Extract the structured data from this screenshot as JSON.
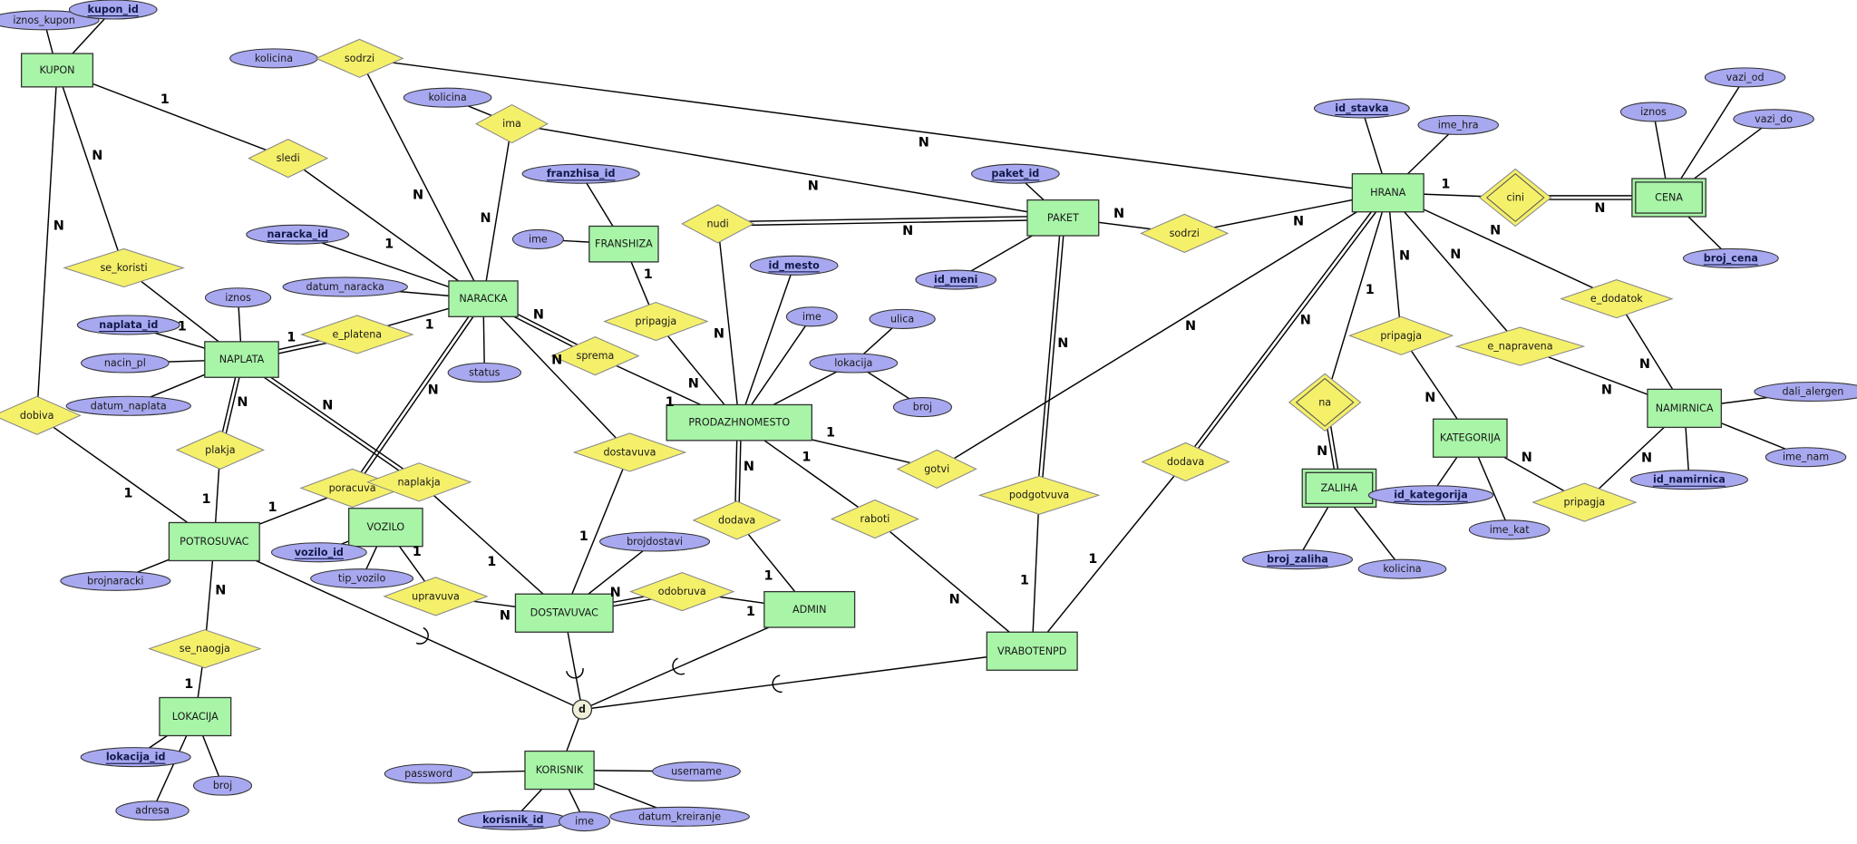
{
  "colors": {
    "entity": "#a8f5a8",
    "attribute": "#a8a8f0",
    "relationship": "#f5f06a",
    "disjoint": "#f0efd8"
  },
  "entities": [
    {
      "id": "kupon",
      "label": "KUPON"
    },
    {
      "id": "naracka",
      "label": "NARACKA"
    },
    {
      "id": "naplata",
      "label": "NAPLATA"
    },
    {
      "id": "franshiza",
      "label": "FRANSHIZA"
    },
    {
      "id": "prodazhnomesto",
      "label": "PRODAZHNOMESTO"
    },
    {
      "id": "paket",
      "label": "PAKET"
    },
    {
      "id": "hrana",
      "label": "HRANA"
    },
    {
      "id": "cena",
      "label": "CENA",
      "weak": true
    },
    {
      "id": "namirnica",
      "label": "NAMIRNICA"
    },
    {
      "id": "kategorija",
      "label": "KATEGORIJA"
    },
    {
      "id": "zaliha",
      "label": "ZALIHA",
      "weak": true
    },
    {
      "id": "vrabotenpd",
      "label": "VRABOTENPD"
    },
    {
      "id": "admin",
      "label": "ADMIN"
    },
    {
      "id": "dostavuvac",
      "label": "DOSTAVUVAC"
    },
    {
      "id": "vozilo",
      "label": "VOZILO"
    },
    {
      "id": "potrosuvac",
      "label": "POTROSUVAC"
    },
    {
      "id": "lokacija",
      "label": "LOKACIJA"
    },
    {
      "id": "korisnik",
      "label": "KORISNIK"
    }
  ],
  "attributes": [
    {
      "id": "iznos_kupon",
      "label": "iznos_kupon",
      "of": "kupon"
    },
    {
      "id": "kupon_id",
      "label": "kupon_id",
      "of": "kupon",
      "key": true
    },
    {
      "id": "kolicina_sodrzi",
      "label": "kolicina",
      "of": "sodrzi1"
    },
    {
      "id": "kolicina_ima",
      "label": "kolicina",
      "of": "ima"
    },
    {
      "id": "naracka_id",
      "label": "naracka_id",
      "of": "naracka",
      "key": true
    },
    {
      "id": "datum_naracka",
      "label": "datum_naracka",
      "of": "naracka"
    },
    {
      "id": "status",
      "label": "status",
      "of": "naracka"
    },
    {
      "id": "iznos_naplata",
      "label": "iznos",
      "of": "naplata"
    },
    {
      "id": "naplata_id",
      "label": "naplata_id",
      "of": "naplata",
      "key": true
    },
    {
      "id": "nacin_pl",
      "label": "nacin_pl",
      "of": "naplata"
    },
    {
      "id": "datum_naplata",
      "label": "datum_naplata",
      "of": "naplata"
    },
    {
      "id": "franzhisa_id",
      "label": "franzhisa_id",
      "of": "franshiza",
      "key": true
    },
    {
      "id": "ime_fr",
      "label": "ime",
      "of": "franshiza"
    },
    {
      "id": "id_mesto",
      "label": "id_mesto",
      "of": "prodazhnomesto",
      "key": true
    },
    {
      "id": "ime_pm",
      "label": "ime",
      "of": "prodazhnomesto"
    },
    {
      "id": "lokacija_attr",
      "label": "lokacija",
      "of": "prodazhnomesto"
    },
    {
      "id": "ulica",
      "label": "ulica",
      "of": "lokacija_attr"
    },
    {
      "id": "broj_pm",
      "label": "broj",
      "of": "lokacija_attr"
    },
    {
      "id": "paket_id",
      "label": "paket_id",
      "of": "paket",
      "key": true
    },
    {
      "id": "id_meni",
      "label": "id_meni",
      "of": "paket",
      "key": true
    },
    {
      "id": "id_stavka",
      "label": "id_stavka",
      "of": "hrana",
      "key": true
    },
    {
      "id": "ime_hra",
      "label": "ime_hra",
      "of": "hrana"
    },
    {
      "id": "iznos_cena",
      "label": "iznos",
      "of": "cena"
    },
    {
      "id": "vazi_od",
      "label": "vazi_od",
      "of": "cena"
    },
    {
      "id": "vazi_do",
      "label": "vazi_do",
      "of": "cena"
    },
    {
      "id": "broj_cena",
      "label": "broj_cena",
      "of": "cena",
      "key": true
    },
    {
      "id": "dali_alergen",
      "label": "dali_alergen",
      "of": "namirnica"
    },
    {
      "id": "ime_nam",
      "label": "ime_nam",
      "of": "namirnica"
    },
    {
      "id": "id_namirnica",
      "label": "id_namirnica",
      "of": "namirnica",
      "key": true
    },
    {
      "id": "id_kategorija",
      "label": "id_kategorija",
      "of": "kategorija",
      "key": true
    },
    {
      "id": "ime_kat",
      "label": "ime_kat",
      "of": "kategorija"
    },
    {
      "id": "broj_zaliha",
      "label": "broj_zaliha",
      "of": "zaliha",
      "key": true
    },
    {
      "id": "kolicina_zaliha",
      "label": "kolicina",
      "of": "zaliha"
    },
    {
      "id": "brojdostavi",
      "label": "brojdostavi",
      "of": "dostavuvac"
    },
    {
      "id": "vozilo_id",
      "label": "vozilo_id",
      "of": "vozilo",
      "key": true
    },
    {
      "id": "tip_vozilo",
      "label": "tip_vozilo",
      "of": "vozilo"
    },
    {
      "id": "brojnaracki",
      "label": "brojnaracki",
      "of": "potrosuvac"
    },
    {
      "id": "lokacija_id",
      "label": "lokacija_id",
      "of": "lokacija",
      "key": true
    },
    {
      "id": "broj_lok",
      "label": "broj",
      "of": "lokacija"
    },
    {
      "id": "adresa",
      "label": "adresa",
      "of": "lokacija"
    },
    {
      "id": "password",
      "label": "password",
      "of": "korisnik"
    },
    {
      "id": "username",
      "label": "username",
      "of": "korisnik"
    },
    {
      "id": "korisnik_id",
      "label": "korisnik_id",
      "of": "korisnik",
      "key": true
    },
    {
      "id": "ime_kor",
      "label": "ime",
      "of": "korisnik"
    },
    {
      "id": "datum_kreiranje",
      "label": "datum_kreiranje",
      "of": "korisnik"
    }
  ],
  "relationships": [
    {
      "id": "sodrzi1",
      "label": "sodrzi",
      "links": [
        [
          "naracka",
          "N",
          false
        ],
        [
          "hrana",
          "N",
          false
        ]
      ]
    },
    {
      "id": "ima",
      "label": "ima",
      "links": [
        [
          "naracka",
          "N",
          false
        ],
        [
          "paket",
          "N",
          false
        ]
      ]
    },
    {
      "id": "sledi",
      "label": "sledi",
      "links": [
        [
          "kupon",
          "1",
          false
        ],
        [
          "naracka",
          "1",
          false
        ]
      ]
    },
    {
      "id": "se_koristi",
      "label": "se_koristi",
      "links": [
        [
          "kupon",
          "N",
          false
        ],
        [
          "naplata",
          "1",
          false
        ]
      ]
    },
    {
      "id": "dobiva",
      "label": "dobiva",
      "links": [
        [
          "kupon",
          "N",
          false
        ],
        [
          "potrosuvac",
          "1",
          false
        ]
      ]
    },
    {
      "id": "e_platena",
      "label": "e_platena",
      "links": [
        [
          "naplata",
          "1",
          true
        ],
        [
          "naracka",
          "1",
          false
        ]
      ]
    },
    {
      "id": "plakja",
      "label": "plakja",
      "links": [
        [
          "naplata",
          "N",
          true
        ],
        [
          "potrosuvac",
          "1",
          false
        ]
      ]
    },
    {
      "id": "poracuva",
      "label": "poracuva",
      "links": [
        [
          "naracka",
          "N",
          true
        ],
        [
          "potrosuvac",
          "1",
          false
        ]
      ]
    },
    {
      "id": "naplakja",
      "label": "naplakja",
      "links": [
        [
          "naplata",
          "N",
          true
        ],
        [
          "dostavuvac",
          "1",
          false
        ]
      ]
    },
    {
      "id": "dostavuva",
      "label": "dostavuva",
      "links": [
        [
          "naracka",
          "N",
          false
        ],
        [
          "dostavuvac",
          "1",
          false
        ]
      ]
    },
    {
      "id": "sprema",
      "label": "sprema",
      "links": [
        [
          "naracka",
          "N",
          true
        ],
        [
          "prodazhnomesto",
          "1",
          false
        ]
      ]
    },
    {
      "id": "pripagja1",
      "label": "pripagja",
      "links": [
        [
          "franshiza",
          "1",
          false
        ],
        [
          "prodazhnomesto",
          "N",
          false
        ]
      ]
    },
    {
      "id": "nudi",
      "label": "nudi",
      "links": [
        [
          "prodazhnomesto",
          "N",
          false
        ],
        [
          "paket",
          "N",
          true
        ]
      ]
    },
    {
      "id": "sodrzi2",
      "label": "sodrzi",
      "links": [
        [
          "paket",
          "N",
          false
        ],
        [
          "hrana",
          "N",
          false
        ]
      ]
    },
    {
      "id": "gotvi",
      "label": "gotvi",
      "links": [
        [
          "prodazhnomesto",
          "1",
          false
        ],
        [
          "hrana",
          "N",
          false
        ]
      ]
    },
    {
      "id": "dodava1",
      "label": "dodava",
      "links": [
        [
          "prodazhnomesto",
          "N",
          true
        ],
        [
          "admin",
          "1",
          false
        ]
      ]
    },
    {
      "id": "raboti",
      "label": "raboti",
      "links": [
        [
          "prodazhnomesto",
          "1",
          false
        ],
        [
          "vrabotenpd",
          "N",
          false
        ]
      ]
    },
    {
      "id": "podgotvuva",
      "label": "podgotvuva",
      "links": [
        [
          "paket",
          "N",
          true
        ],
        [
          "vrabotenpd",
          "1",
          false
        ]
      ]
    },
    {
      "id": "dodava2",
      "label": "dodava",
      "links": [
        [
          "hrana",
          "N",
          true
        ],
        [
          "vrabotenpd",
          "1",
          false
        ]
      ]
    },
    {
      "id": "odobruva",
      "label": "odobruva",
      "links": [
        [
          "dostavuvac",
          "N",
          true
        ],
        [
          "admin",
          "1",
          false
        ]
      ]
    },
    {
      "id": "upravuva",
      "label": "upravuva",
      "links": [
        [
          "vozilo",
          "1",
          false
        ],
        [
          "dostavuvac",
          "N",
          false
        ]
      ]
    },
    {
      "id": "se_naogja",
      "label": "se_naogja",
      "links": [
        [
          "potrosuvac",
          "N",
          false
        ],
        [
          "lokacija",
          "1",
          false
        ]
      ]
    },
    {
      "id": "cini",
      "label": "cini",
      "identifying": true,
      "links": [
        [
          "hrana",
          "1",
          false
        ],
        [
          "cena",
          "N",
          true
        ]
      ]
    },
    {
      "id": "na",
      "label": "na",
      "identifying": true,
      "links": [
        [
          "hrana",
          "1",
          false
        ],
        [
          "zaliha",
          "N",
          true
        ]
      ]
    },
    {
      "id": "pripagja2",
      "label": "pripagja",
      "links": [
        [
          "hrana",
          "N",
          false
        ],
        [
          "kategorija",
          "N",
          false
        ]
      ]
    },
    {
      "id": "e_napravena",
      "label": "e_napravena",
      "links": [
        [
          "hrana",
          "N",
          false
        ],
        [
          "namirnica",
          "N",
          false
        ]
      ]
    },
    {
      "id": "e_dodatok",
      "label": "e_dodatok",
      "links": [
        [
          "hrana",
          "N",
          false
        ],
        [
          "namirnica",
          "N",
          false
        ]
      ]
    },
    {
      "id": "pripagja3",
      "label": "pripagja",
      "links": [
        [
          "kategorija",
          "N",
          false
        ],
        [
          "namirnica",
          "N",
          false
        ]
      ]
    }
  ],
  "specialization": {
    "label": "d",
    "parent": "korisnik",
    "children": [
      "potrosuvac",
      "dostavuvac",
      "admin",
      "vrabotenpd"
    ]
  }
}
